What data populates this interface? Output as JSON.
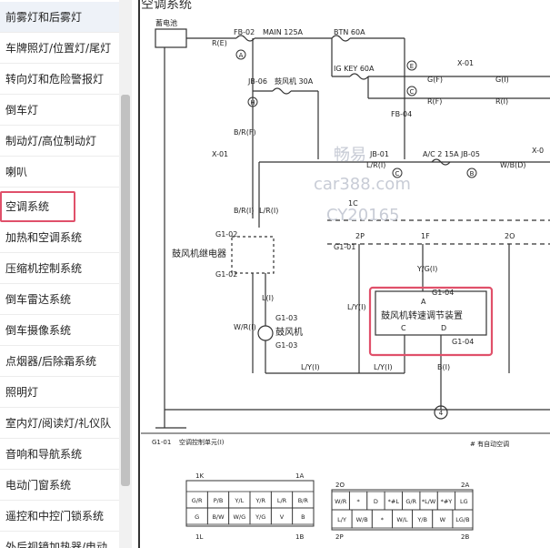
{
  "sidebar": {
    "items": [
      {
        "label": "前雾灯和后雾灯"
      },
      {
        "label": "车牌照灯/位置灯/尾灯"
      },
      {
        "label": "转向灯和危险警报灯"
      },
      {
        "label": "倒车灯"
      },
      {
        "label": "制动灯/高位制动灯"
      },
      {
        "label": "喇叭"
      },
      {
        "label": "空调系统"
      },
      {
        "label": "加热和空调系统"
      },
      {
        "label": "压缩机控制系统"
      },
      {
        "label": "倒车雷达系统"
      },
      {
        "label": "倒车摄像系统"
      },
      {
        "label": "点烟器/后除霜系统"
      },
      {
        "label": "照明灯"
      },
      {
        "label": "室内灯/阅读灯/礼仪队"
      },
      {
        "label": "音响和导航系统"
      },
      {
        "label": "电动门窗系统"
      },
      {
        "label": "遥控和中控门锁系统"
      },
      {
        "label": "外后视镜加热器/电动"
      }
    ]
  },
  "diagram": {
    "title": "空调系统",
    "battery": "蓄电池",
    "wire_re": "R(E)",
    "fb02": "FB-02",
    "main_fuse": "MAIN 125A",
    "btn_fuse": "BTN 60A",
    "ig_key": "IG KEY 60A",
    "jb06": "JB-06",
    "blower_fuse": "鼓风机 30A",
    "marker_a": "A",
    "marker_h": "H",
    "marker_e": "E",
    "marker_c": "C",
    "marker_b": "B",
    "marker_4": "4",
    "gf": "G(F)",
    "rf": "R(F)",
    "fb04": "FB-04",
    "x01": "X-01",
    "gi": "G(I)",
    "ri": "R(I)",
    "brf": "B/R(F)",
    "jb01": "JB-01",
    "ac_fuse": "A/C 2 15A",
    "jb05": "JB-05",
    "lri": "L/R(I)",
    "wbd": "W/B(D)",
    "x01b": "X-01",
    "x01c": "X-0",
    "conn_1c": "1C",
    "bri": "B/R(I)",
    "lri2": "L/R(I)",
    "g102a": "G1-02",
    "g102b": "G1-02",
    "relay": "鼓风机继电器",
    "g101": "G1-01",
    "pin_2p": "2P",
    "pin_1f": "1F",
    "pin_2o": "2O",
    "ygi": "Y/G(I)",
    "g104a": "G1-04",
    "pin_a": "A",
    "regulator": "鼓风机转速调节装置",
    "pin_c": "C",
    "pin_d": "D",
    "g104b": "G1-04",
    "lyi": "L/Y(I)",
    "li": "L(I)",
    "wri": "W/R(I)",
    "g103a": "G1-03",
    "motor": "鼓风机",
    "g103b": "G1-03",
    "lyi2": "L/Y(I)",
    "lyi3": "L/Y(I)",
    "bi": "B(I)",
    "wm1": "畅易",
    "wm2": "car388.com",
    "wm3": "CY20165",
    "panel_g101": "G1-01",
    "panel_title": "空调控制单元(I)",
    "panel_note": "# 有自动空调",
    "c1_1k": "1K",
    "c1_1a": "1A",
    "c1_1l": "1L",
    "c1_1b": "1B",
    "c1_top": [
      "G/R",
      "P/B",
      "Y/L",
      "Y/R",
      "L/R",
      "B/R"
    ],
    "c1_bot": [
      "G",
      "B/W",
      "W/G",
      "Y/G",
      "V",
      "B"
    ],
    "c2_2o": "2O",
    "c2_2a": "2A",
    "c2_2p": "2P",
    "c2_2b": "2B",
    "c2_top": [
      "W/R",
      "*",
      "D",
      "*#L",
      "G/R",
      "*L/W",
      "*#Y",
      "LG"
    ],
    "c2_bot": [
      "L/Y",
      "W/B",
      "*",
      "W/L",
      "Y/B",
      "W",
      "LG/B"
    ],
    "colors": {
      "highlight": "#e0506a",
      "line": "#333333",
      "watermark": "#c8ccd6"
    }
  }
}
